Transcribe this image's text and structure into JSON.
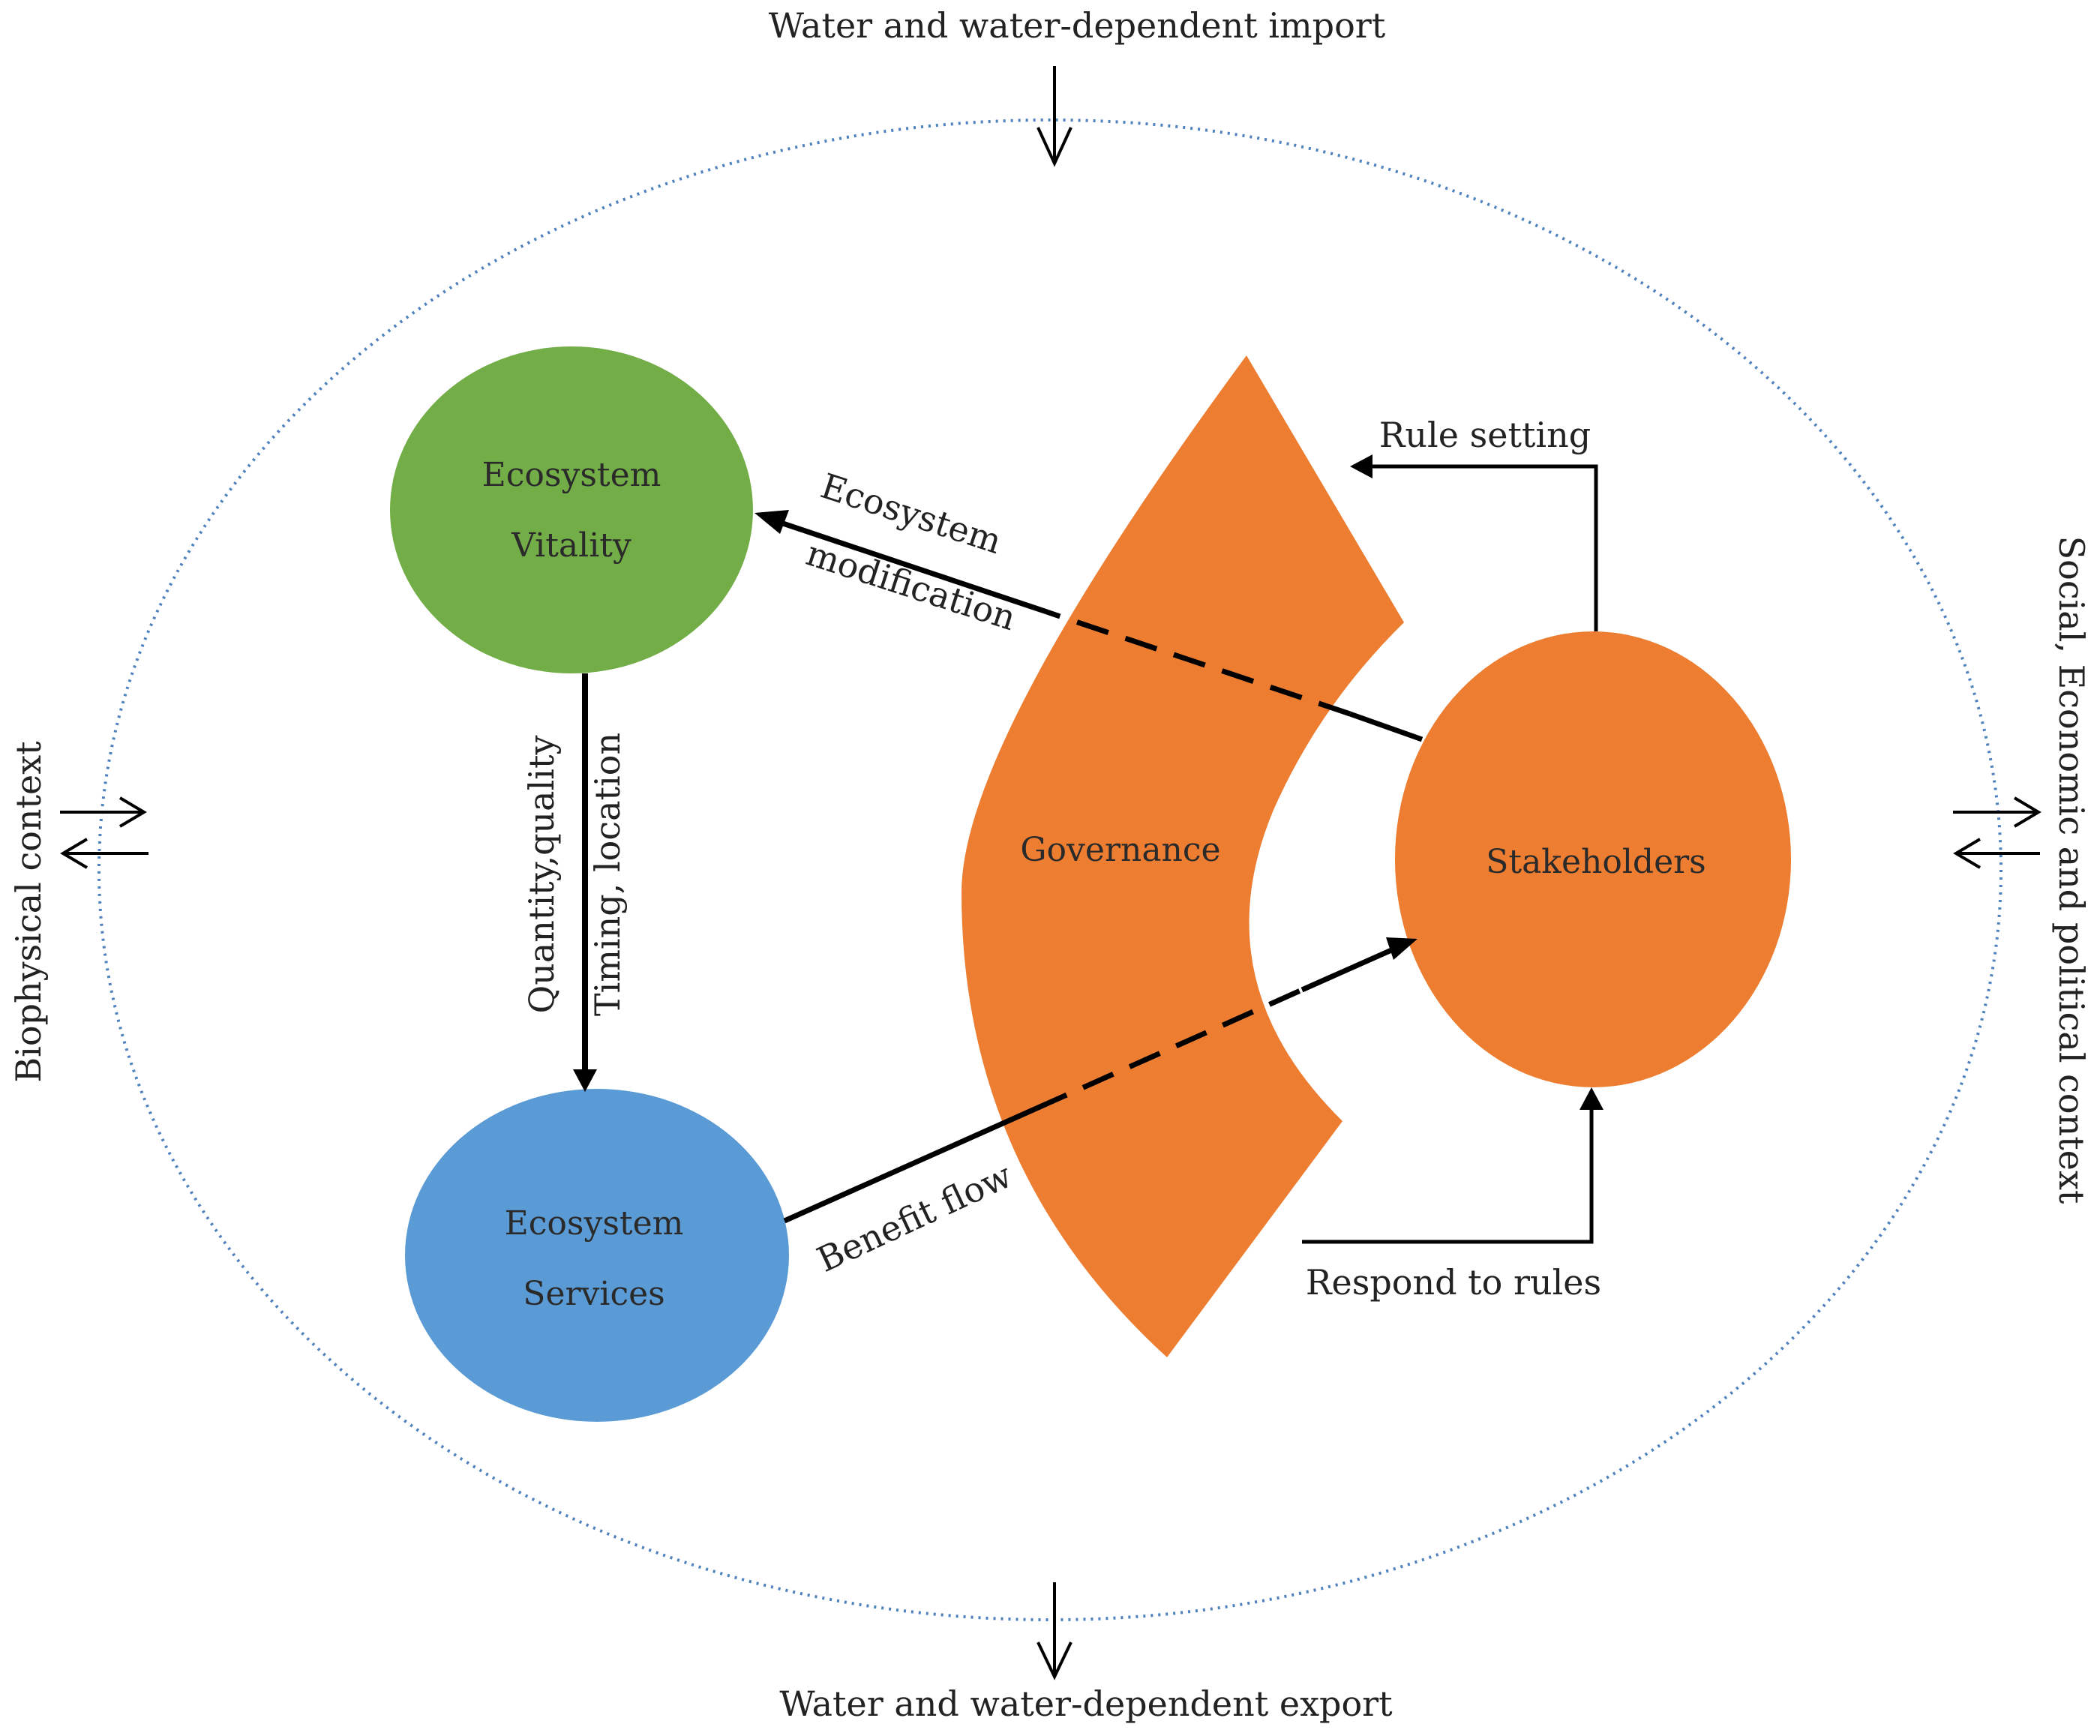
{
  "labels": {
    "import": "Water and water-dependent import",
    "export": "Water and water-dependent export",
    "biophysical": "Biophysical context",
    "social": "Social, Economic and political context"
  },
  "nodes": {
    "vitality": {
      "line1": "Ecosystem",
      "line2": "Vitality",
      "color": "#72ad47"
    },
    "services": {
      "line1": "Ecosystem",
      "line2": "Services",
      "color": "#5b9bd5"
    },
    "governance": {
      "label": "Governance",
      "color": "#ed7d31"
    },
    "stakeholders": {
      "label": "Stakeholders",
      "color": "#ed7d31"
    }
  },
  "edges": {
    "quantity": "Quantity,quality",
    "timing": "Timing, location",
    "mod1": "Ecosystem",
    "mod2": "modification",
    "benefit": "Benefit flow",
    "rule_setting": "Rule setting",
    "respond": "Respond to rules"
  },
  "colors": {
    "boundary": "#4f81bd",
    "line": "#000000",
    "text": "#222222"
  }
}
